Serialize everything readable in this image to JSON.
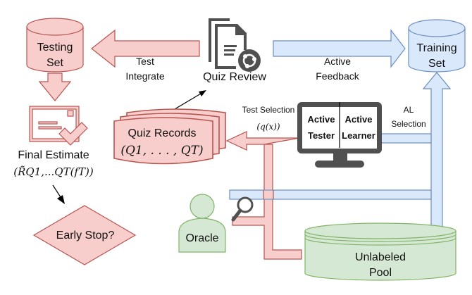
{
  "colors": {
    "red_fill": "#f8cecc",
    "red_stroke": "#b85450",
    "blue_fill": "#dae8fc",
    "blue_stroke": "#6c8ebf",
    "green_fill": "#d5e8d4",
    "green_stroke": "#82b366",
    "icon_dark": "#505050"
  },
  "nodes": {
    "testing_set": {
      "line1": "Testing",
      "line2": "Set"
    },
    "training_set": {
      "line1": "Training",
      "line2": "Set"
    },
    "quiz_review": {
      "label": "Quiz Review",
      "icon": "document-share-icon"
    },
    "final_estimate": {
      "label": "Final Estimate",
      "formula": "(R̃Q1,...QT(fT))",
      "icon": "certificate-check-icon"
    },
    "early_stop": {
      "label": "Early Stop?"
    },
    "quiz_records": {
      "line1": "Quiz Records",
      "line2": "(Q1, . . . , QT)"
    },
    "monitor": {
      "left_line1": "Active",
      "left_line2": "Tester",
      "right_line1": "Active",
      "right_line2": "Learner",
      "icon": "monitor-icon"
    },
    "oracle": {
      "label": "Oracle",
      "icon": "person-icon"
    },
    "unlabeled_pool": {
      "line1": "Unlabeled",
      "line2": "Pool"
    }
  },
  "edges": {
    "test_integrate": {
      "line1": "Test",
      "line2": "Integrate"
    },
    "active_feedback": {
      "line1": "Active",
      "line2": "Feedback"
    },
    "test_selection": {
      "line1": "Test Selection",
      "line2": "(q(x))"
    },
    "al_selection": {
      "line1": "AL",
      "line2": "Selection"
    }
  }
}
